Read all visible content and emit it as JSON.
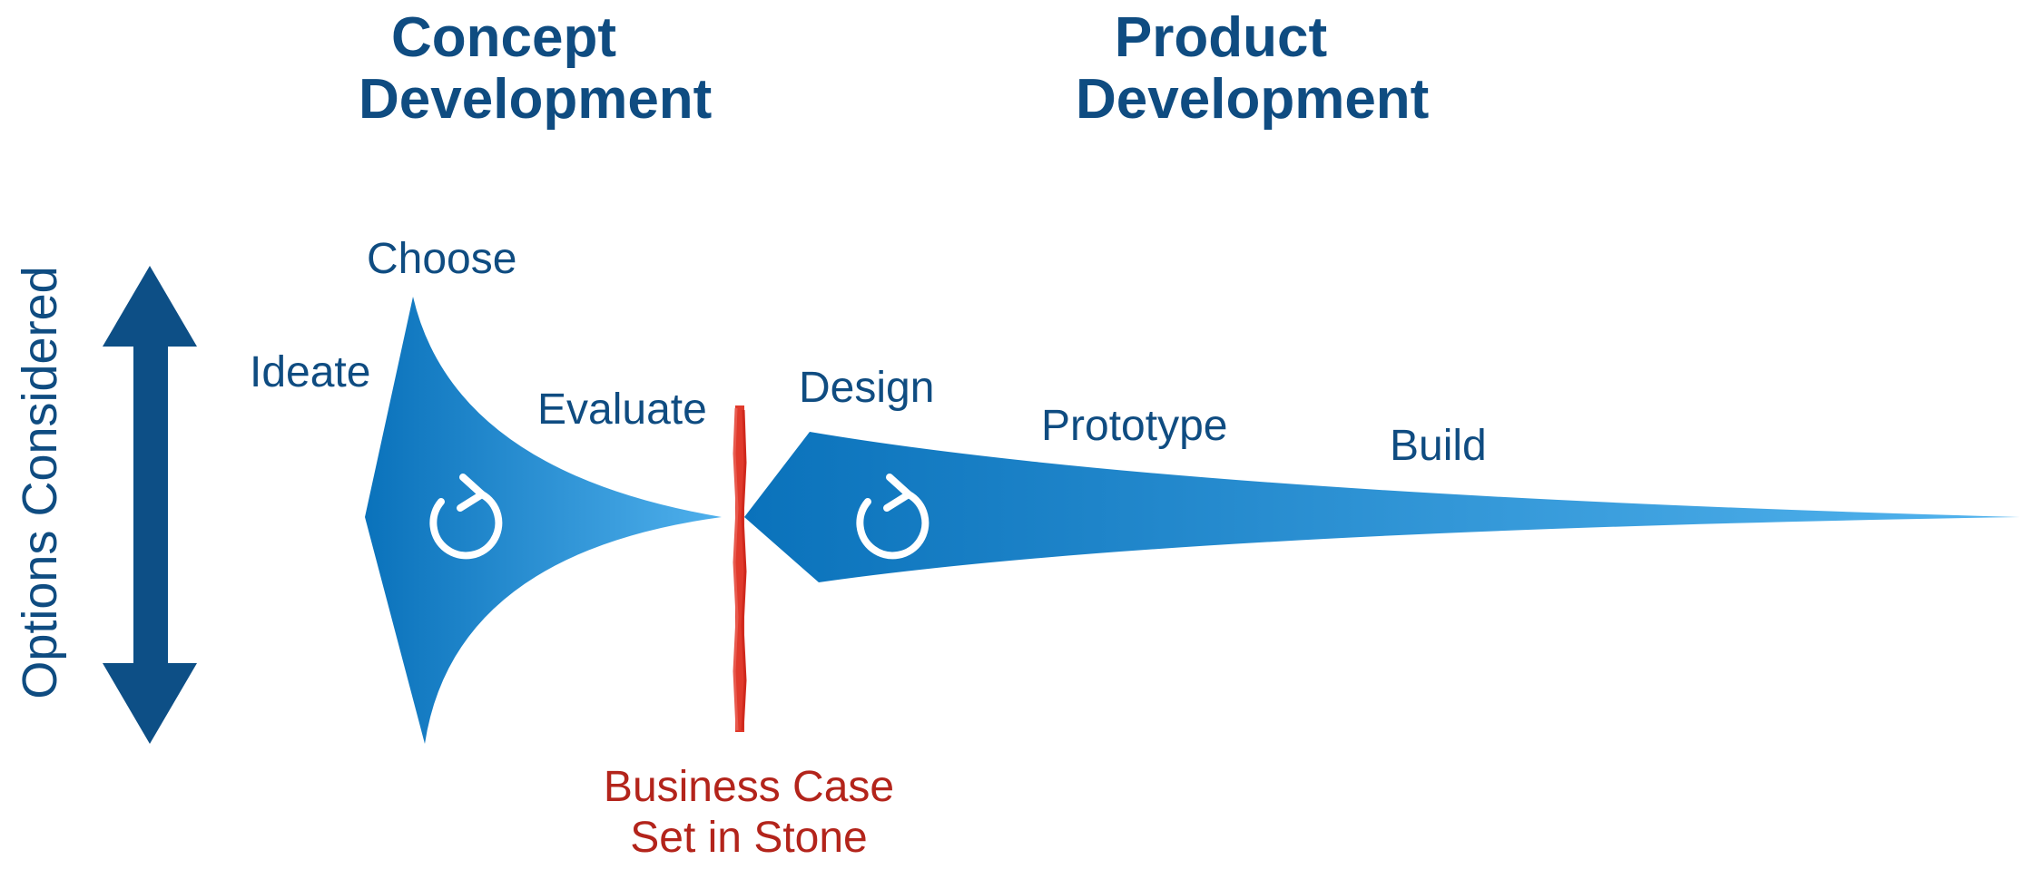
{
  "phases": {
    "concept": {
      "line1": "Concept",
      "line2": "Development"
    },
    "product": {
      "line1": "Product",
      "line2": "Development"
    }
  },
  "axis": {
    "label": "Options Considered"
  },
  "concept_steps": {
    "choose": "Choose",
    "ideate": "Ideate",
    "evaluate": "Evaluate"
  },
  "product_steps": {
    "design": "Design",
    "prototype": "Prototype",
    "build": "Build"
  },
  "gate": {
    "line1": "Business Case",
    "line2": "Set in Stone"
  },
  "colors": {
    "heading_text": "#0f4c81",
    "shape_dark": "#0a72bb",
    "shape_light": "#4fb0ec",
    "axis_arrow": "#0d4f86",
    "gate_line": "#e03a2c",
    "gate_text": "#b3241b"
  },
  "icons": {
    "concept_cycle": "refresh-icon",
    "product_cycle": "refresh-icon",
    "axis": "double-vertical-arrow-icon"
  }
}
